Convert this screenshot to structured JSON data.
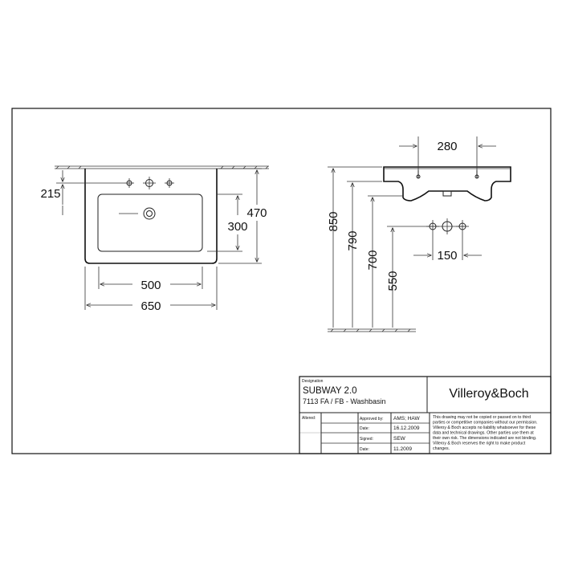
{
  "dimensions": {
    "d215": "215",
    "d300": "300",
    "d470": "470",
    "d500": "500",
    "d650": "650",
    "d280": "280",
    "d850": "850",
    "d790": "790",
    "d700": "700",
    "d550": "550",
    "d150": "150"
  },
  "title_block": {
    "designation_label": "Designation",
    "product_name": "SUBWAY 2.0",
    "product_code": "7113 FA / FB - Washbasin",
    "brand": "Villeroy&Boch",
    "altered_label": "Altered:",
    "approved_by_label": "Approved by:",
    "approved_by_value": "AMS; HAW",
    "date1_label": "Date:",
    "date1_value": "16.12.2009",
    "signed_label": "Signed:",
    "signed_value": "SEW",
    "date2_label": "Date:",
    "date2_value": "11.2009",
    "notice_lines": [
      "This drawing may not be copied or passed on to third",
      "parties or competitive companies without our permission.",
      "Villeroy & Boch accepts no liability whatsoever for these",
      "data and technical drawings. Other parties use them at",
      "their own risk. The dimensions indicated are not binding.",
      "Villeroy & Boch reserves the right to make product",
      "changes."
    ]
  }
}
